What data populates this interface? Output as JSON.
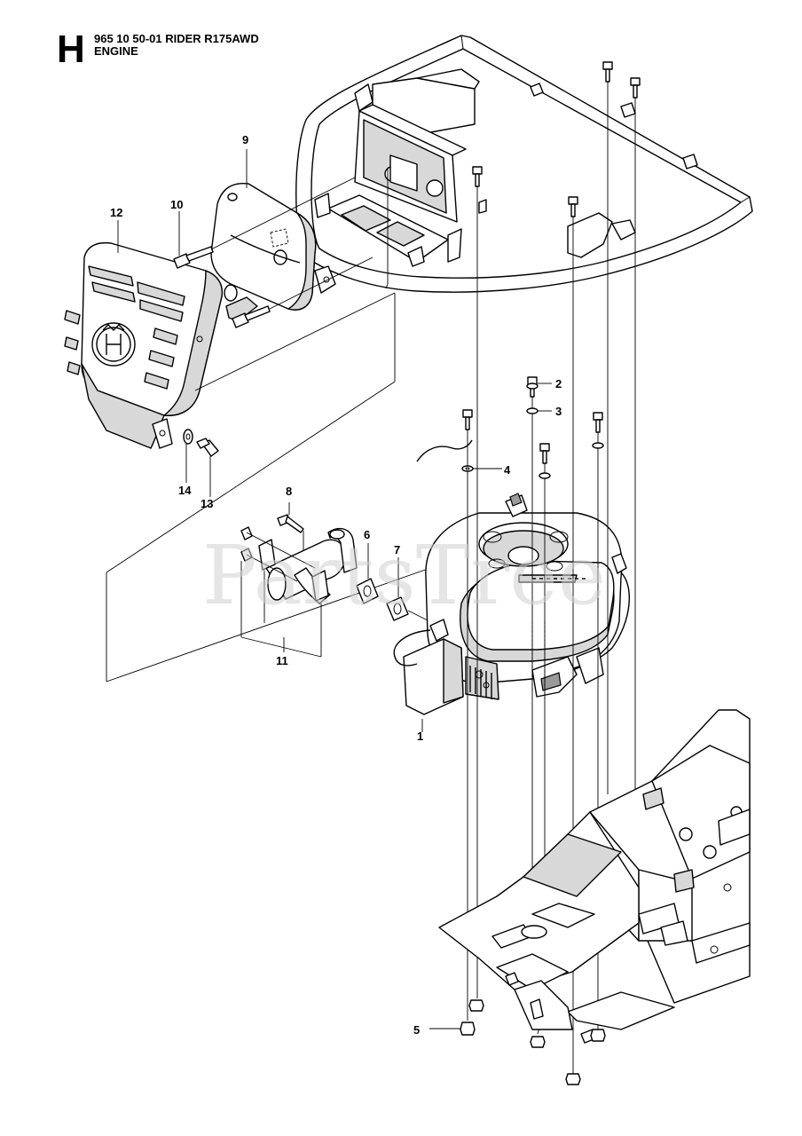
{
  "header": {
    "section_letter": "H",
    "model_line": "965 10 50-01 RIDER R175AWD",
    "section_title": "ENGINE"
  },
  "watermark": "PartsTree",
  "callouts": [
    "1",
    "2",
    "3",
    "4",
    "5",
    "6",
    "7",
    "8",
    "9",
    "10",
    "11",
    "12",
    "13",
    "14"
  ],
  "icons": {
    "logo": "husqvarna-crown-logo"
  }
}
